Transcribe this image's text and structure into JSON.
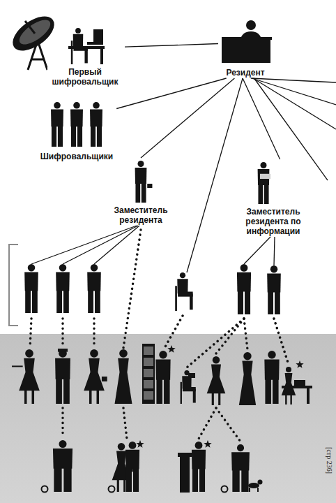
{
  "diagram": {
    "nodes": [
      {
        "text": [
          "Резидент"
        ]
      },
      {
        "text": [
          "Первый шифровальщик"
        ]
      },
      {
        "text": [
          "Шифровальщики"
        ]
      },
      {
        "text": [
          "Заместитель резидента"
        ]
      },
      {
        "text": [
          "Заместитель резидента по информации"
        ]
      }
    ],
    "edges": [
      {
        "from": 0,
        "to": 1,
        "arrow": "none"
      },
      {
        "from": 0,
        "to": 2,
        "arrow": "none"
      },
      {
        "from": 0,
        "to": 3,
        "arrow": "none"
      },
      {
        "from": 0,
        "to": 4,
        "arrow": "none"
      }
    ],
    "labels": [
      "[стр 236]"
    ]
  }
}
